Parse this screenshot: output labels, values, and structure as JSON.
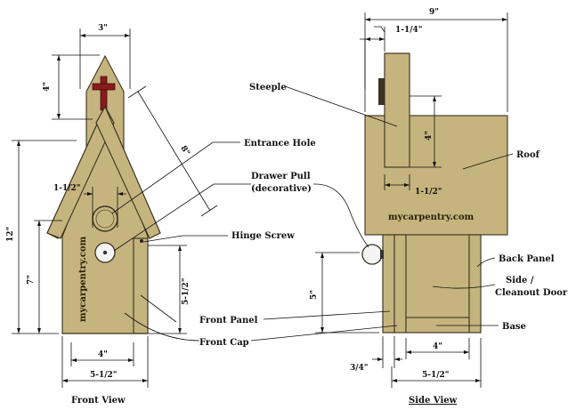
{
  "front_view": {
    "caption": "Front View",
    "watermark": "mycarpentry.com",
    "dimensions": {
      "steeple_width": "3\"",
      "steeple_height": "4\"",
      "roof_slope": "8\"",
      "hole_diameter": "1-1/2\"",
      "overall_height": "12\"",
      "wall_height": "7\"",
      "panel_height": "5-1/2\"",
      "inner_width": "4\"",
      "outer_width": "5-1/2\""
    }
  },
  "side_view": {
    "caption": "Side View",
    "watermark": "mycarpentry.com",
    "dimensions": {
      "overall_width": "9\"",
      "steeple_depth": "1-1/4\"",
      "steeple_height": "4\"",
      "steeple_offset": "1-1/2\"",
      "door_height": "5\"",
      "front_thickness": "3/4\"",
      "inner_width": "4\"",
      "outer_width": "5-1/2\""
    }
  },
  "callouts": {
    "entrance_hole": "Entrance Hole",
    "drawer_pull_line1": "Drawer Pull",
    "drawer_pull_line2": "(decorative)",
    "hinge_screw": "Hinge Screw",
    "front_panel": "Front Panel",
    "front_cap": "Front Cap",
    "steeple": "Steeple",
    "roof": "Roof",
    "back_panel": "Back Panel",
    "side_cleanout_line1": "Side /",
    "side_cleanout_line2": "Cleanout Door",
    "base": "Base"
  },
  "colors": {
    "wood": "#c6b47e",
    "outline": "#3a3220",
    "cross": "#8b1a1a",
    "line": "#111111"
  }
}
